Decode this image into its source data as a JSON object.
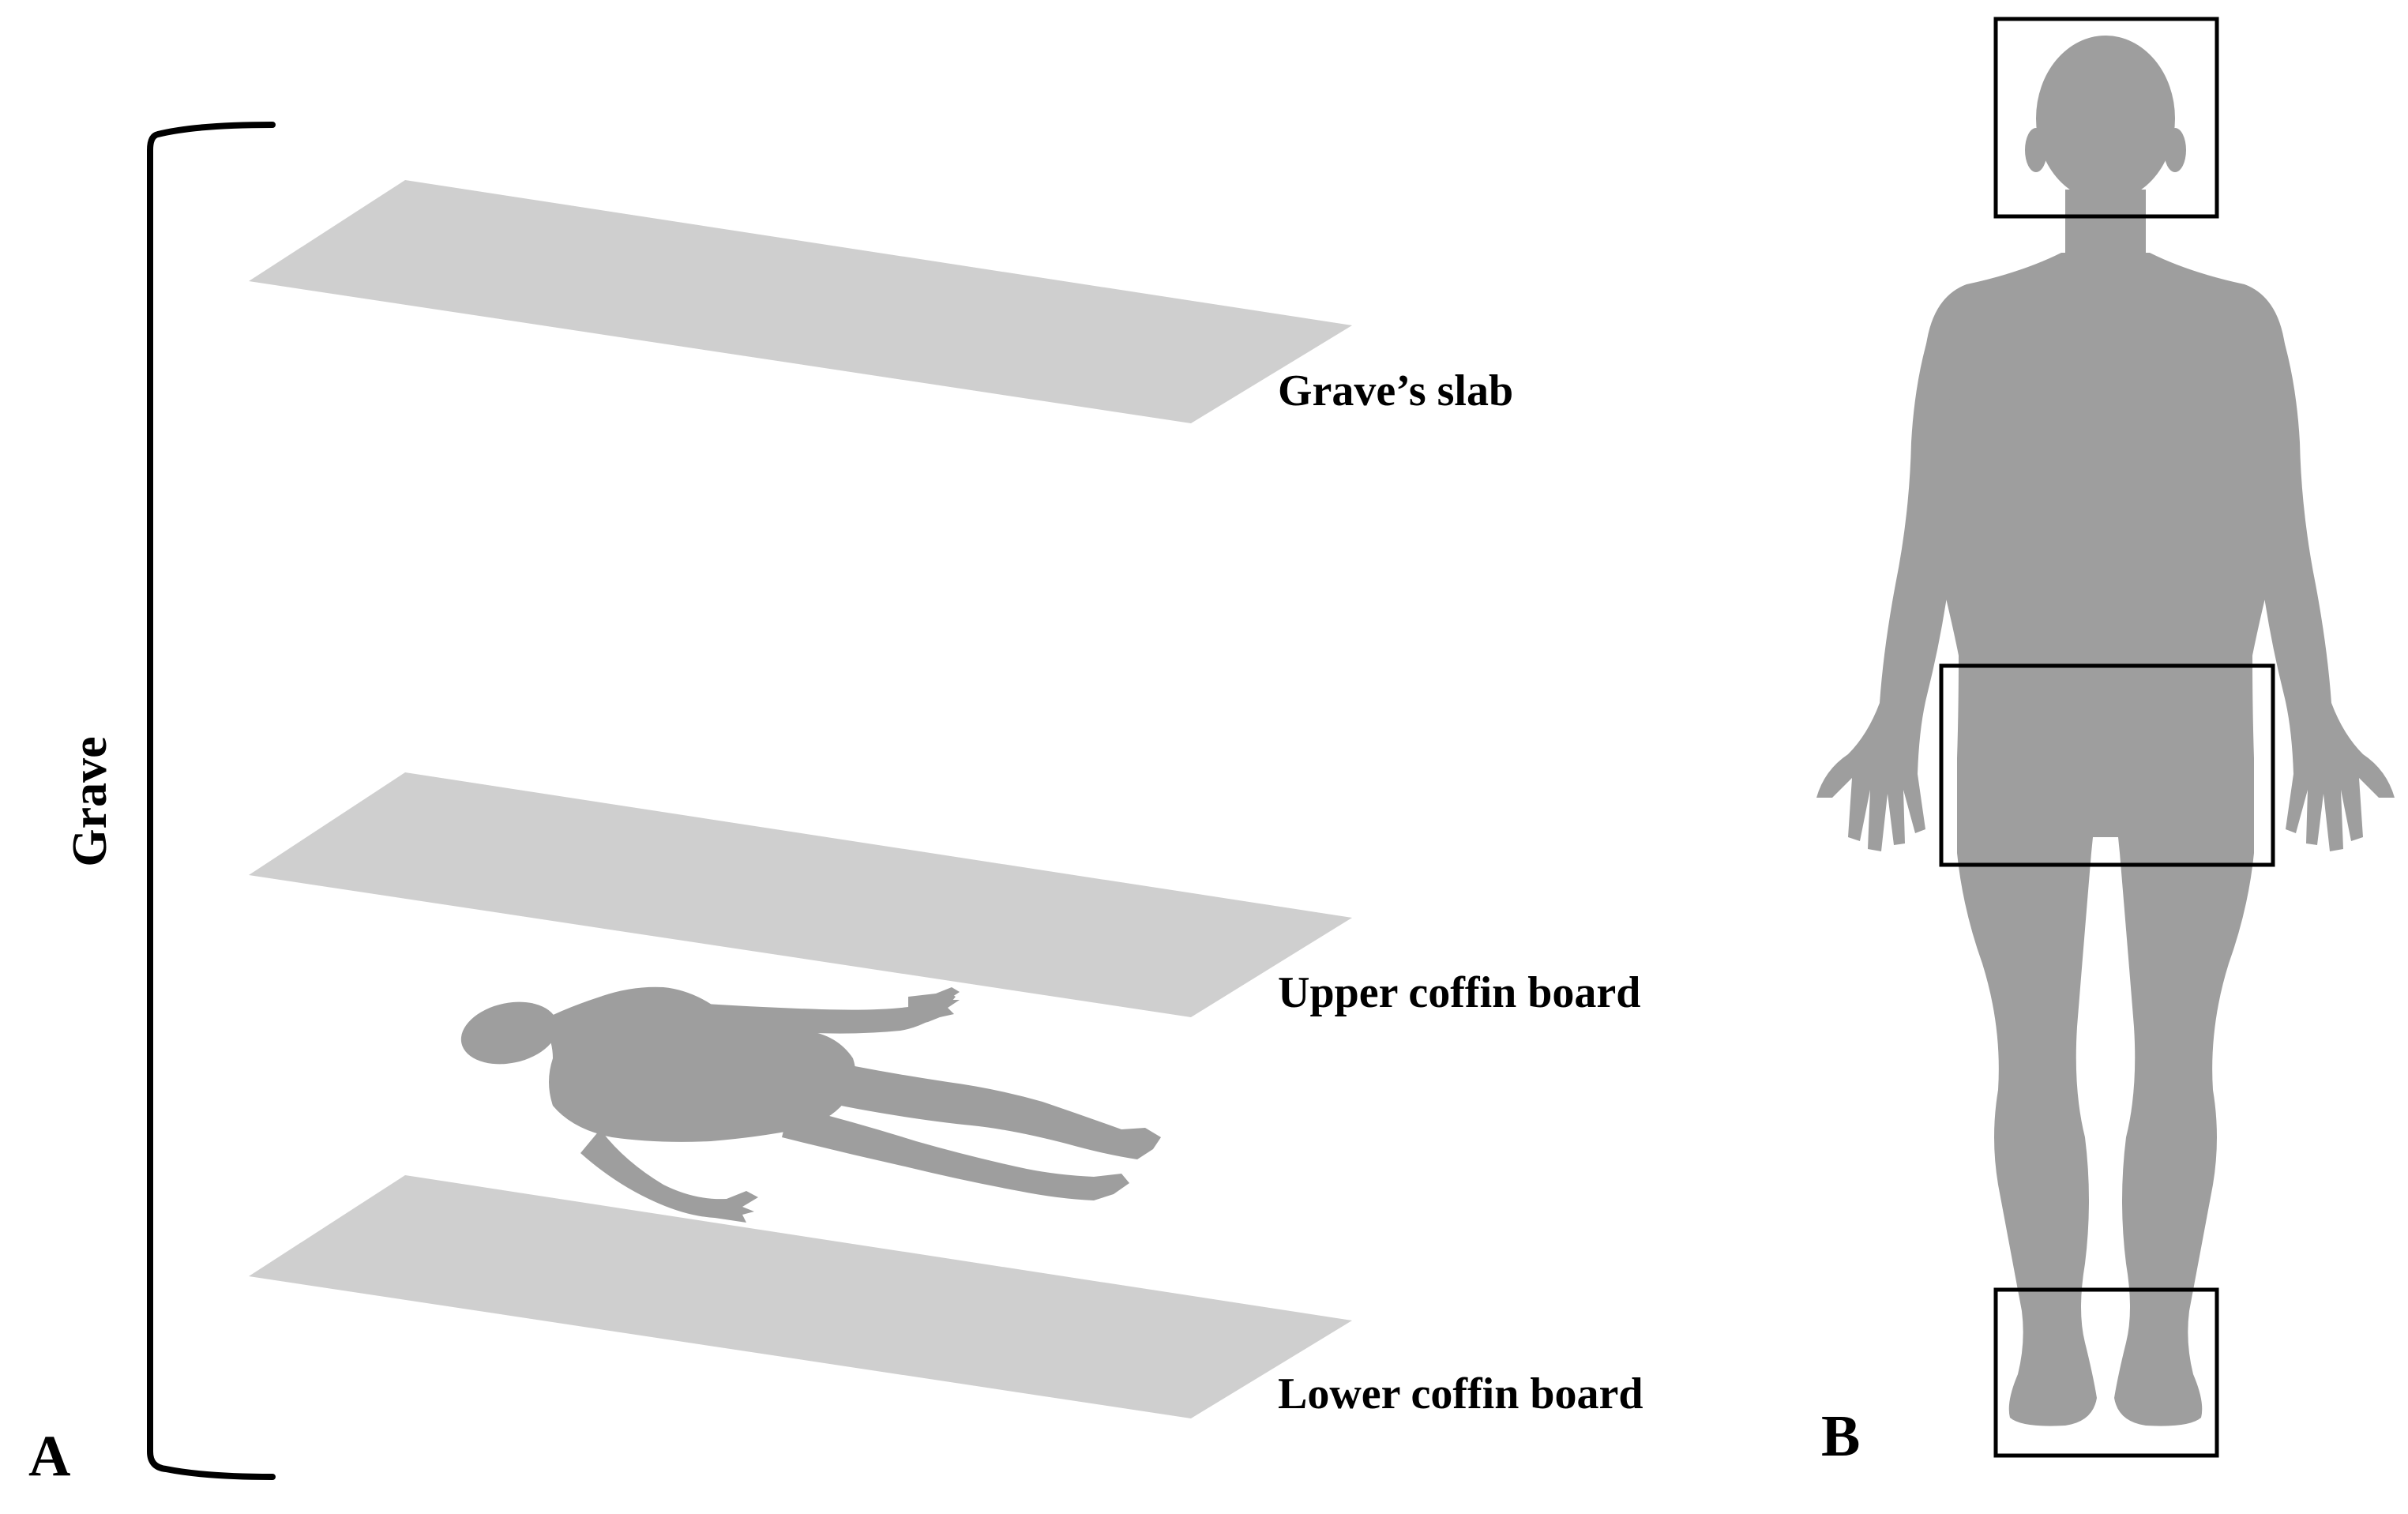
{
  "panel_a": {
    "letter": "A",
    "grave_label": "Grave",
    "layers": [
      {
        "label": "Grave’s slab"
      },
      {
        "label": "Upper coffin board"
      },
      {
        "label": "Lower coffin board"
      }
    ]
  },
  "panel_b": {
    "letter": "B",
    "regions": [
      "head",
      "pelvis",
      "feet"
    ]
  },
  "colors": {
    "board": "#cfcfcf",
    "body": "#9e9e9e",
    "lines": "#000000",
    "background": "#ffffff"
  }
}
